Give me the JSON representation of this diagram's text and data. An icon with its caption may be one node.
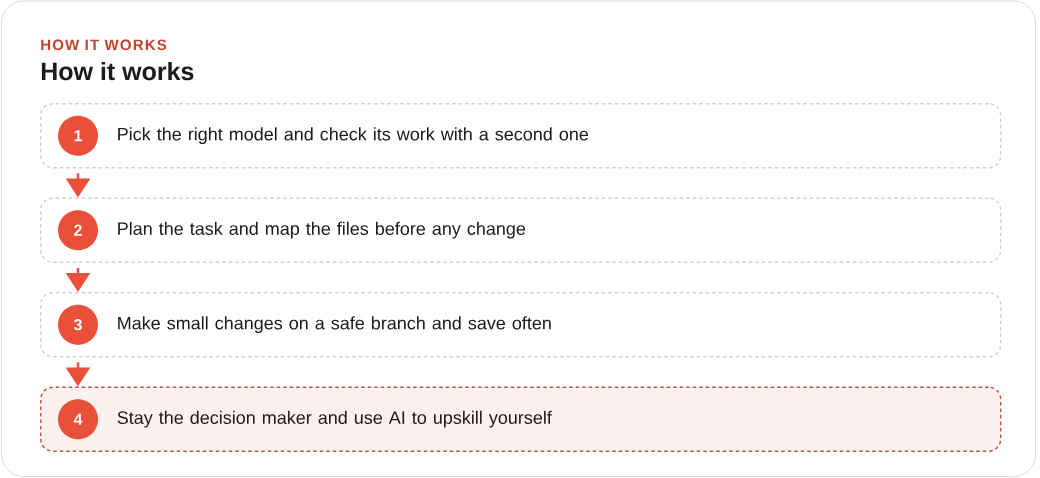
{
  "diagram": {
    "title": "How it works",
    "nodes": [
      {
        "text": [
          "Pick the right model and check its work with a second one"
        ]
      },
      {
        "text": [
          "1"
        ],
        "in": 0
      },
      {
        "text": [
          "Plan the task and map the files before any change"
        ]
      },
      {
        "text": [
          "2"
        ],
        "in": 2
      },
      {
        "text": [
          "Make small changes on a safe branch and save often"
        ]
      },
      {
        "text": [
          "3"
        ],
        "in": 4
      },
      {
        "text": [
          "Stay the decision maker and use AI to upskill yourself"
        ]
      },
      {
        "text": [
          "4"
        ],
        "in": 6
      }
    ],
    "edges": [
      {
        "from": 0,
        "to": 2,
        "arrow": "to"
      },
      {
        "from": 2,
        "to": 4,
        "arrow": "to"
      },
      {
        "from": 4,
        "to": 6,
        "arrow": "to"
      }
    ],
    "labels": [
      "HOW IT WORKS"
    ]
  }
}
